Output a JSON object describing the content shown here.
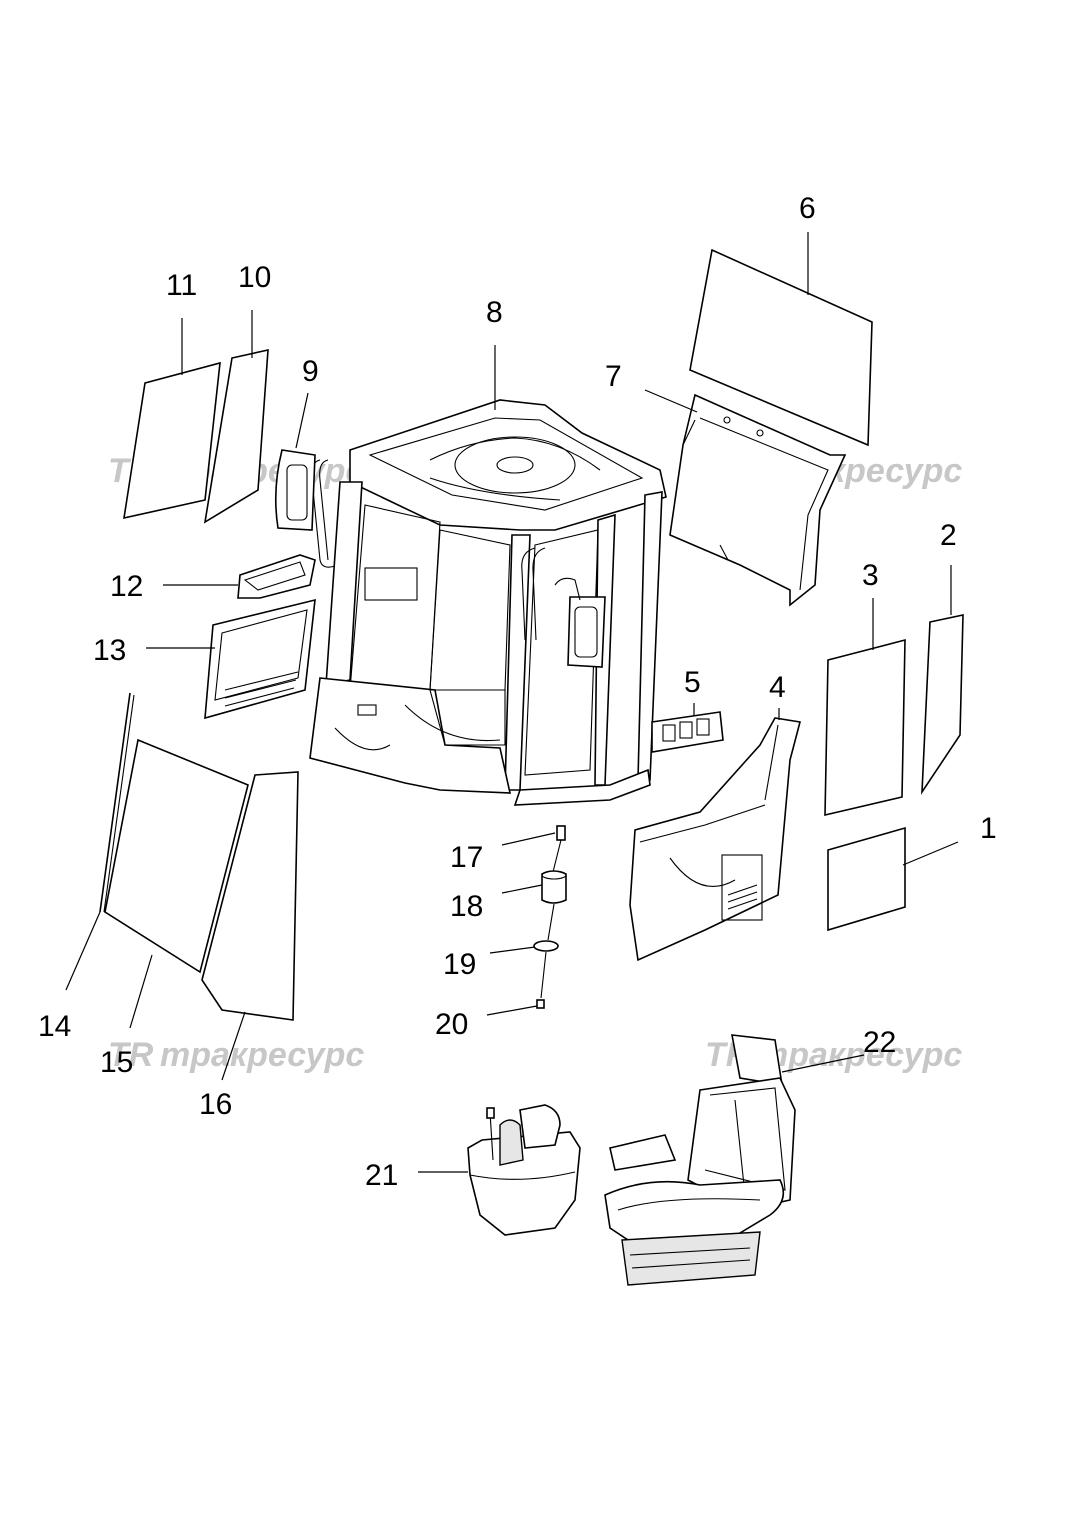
{
  "watermark": {
    "text": "трaкресурс",
    "mark": "TR"
  },
  "callouts": [
    {
      "id": "1",
      "label": "1"
    },
    {
      "id": "2",
      "label": "2"
    },
    {
      "id": "3",
      "label": "3"
    },
    {
      "id": "4",
      "label": "4"
    },
    {
      "id": "5",
      "label": "5"
    },
    {
      "id": "6",
      "label": "6"
    },
    {
      "id": "7",
      "label": "7"
    },
    {
      "id": "8",
      "label": "8"
    },
    {
      "id": "9",
      "label": "9"
    },
    {
      "id": "10",
      "label": "10"
    },
    {
      "id": "11",
      "label": "11"
    },
    {
      "id": "12",
      "label": "12"
    },
    {
      "id": "13",
      "label": "13"
    },
    {
      "id": "14",
      "label": "14"
    },
    {
      "id": "15",
      "label": "15"
    },
    {
      "id": "16",
      "label": "16"
    },
    {
      "id": "17",
      "label": "17"
    },
    {
      "id": "18",
      "label": "18"
    },
    {
      "id": "19",
      "label": "19"
    },
    {
      "id": "20",
      "label": "20"
    },
    {
      "id": "21",
      "label": "21"
    },
    {
      "id": "22",
      "label": "22"
    }
  ]
}
